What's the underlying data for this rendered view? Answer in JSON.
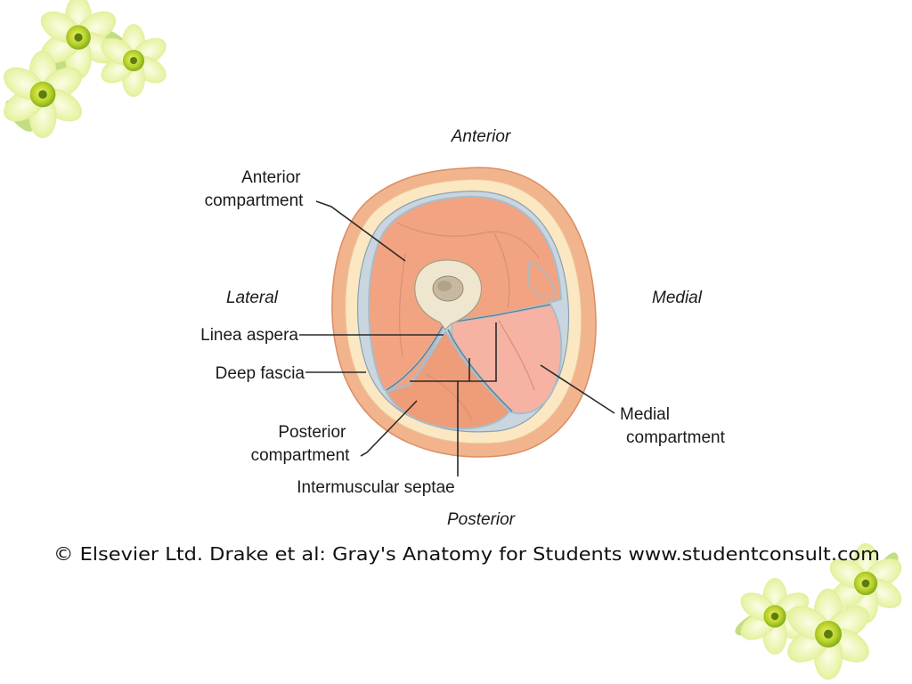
{
  "orientation": {
    "anterior": "Anterior",
    "posterior": "Posterior",
    "lateral": "Lateral",
    "medial": "Medial"
  },
  "labels": {
    "anterior_compartment": [
      "Anterior",
      "compartment"
    ],
    "linea_aspera": "Linea aspera",
    "deep_fascia": "Deep fascia",
    "posterior_compartment": [
      "Posterior",
      "compartment"
    ],
    "intermuscular_septae": "Intermuscular septae",
    "medial_compartment": [
      "Medial",
      "compartment"
    ]
  },
  "credit": "© Elsevier Ltd. Drake et al: Gray's Anatomy for Students www.studentconsult.com",
  "colors": {
    "skin": "#f2b48c",
    "fat": "#fbe8c2",
    "anterior_muscle": "#f2a381",
    "posterior_muscle": "#ef9c78",
    "medial_muscle": "#f6b3a3",
    "bone": "#efe6cf",
    "marrow": "#c7b9a0",
    "fascia": "#b7c9d6",
    "flower_petal": "#eef6b8",
    "flower_center": "#9bc21e"
  }
}
